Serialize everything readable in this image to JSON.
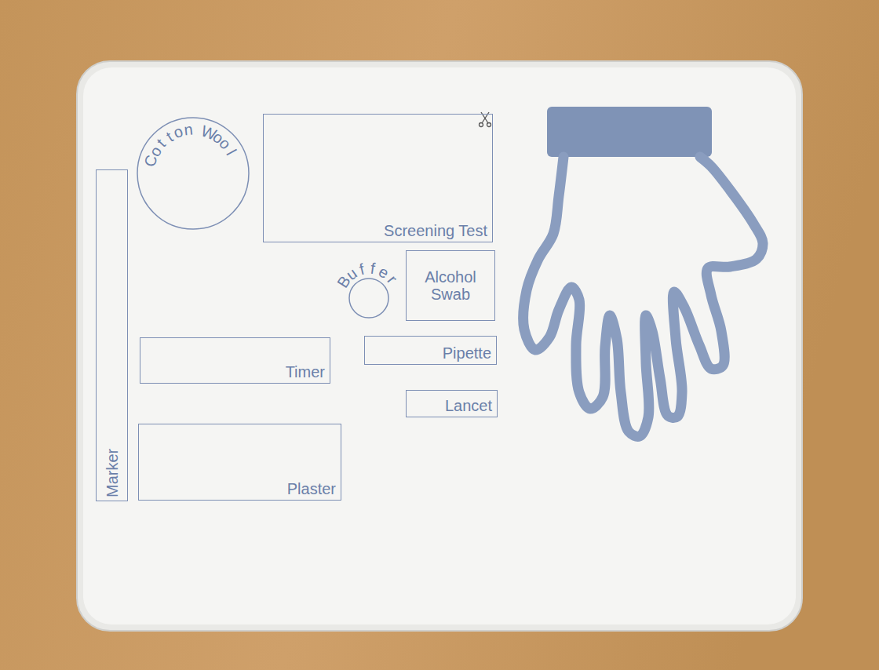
{
  "diagram": {
    "nodes": [
      {
        "text": [
          "Cotton Wool"
        ]
      },
      {
        "text": [
          "Screening Test"
        ]
      },
      {
        "text": [
          "Buffer"
        ]
      },
      {
        "text": [
          "Alcohol Swab"
        ]
      },
      {
        "text": [
          "Marker"
        ]
      },
      {
        "text": [
          "Timer"
        ]
      },
      {
        "text": [
          "Pipette"
        ]
      },
      {
        "text": [
          "Lancet"
        ]
      },
      {
        "text": [
          "Plaster"
        ]
      }
    ]
  }
}
